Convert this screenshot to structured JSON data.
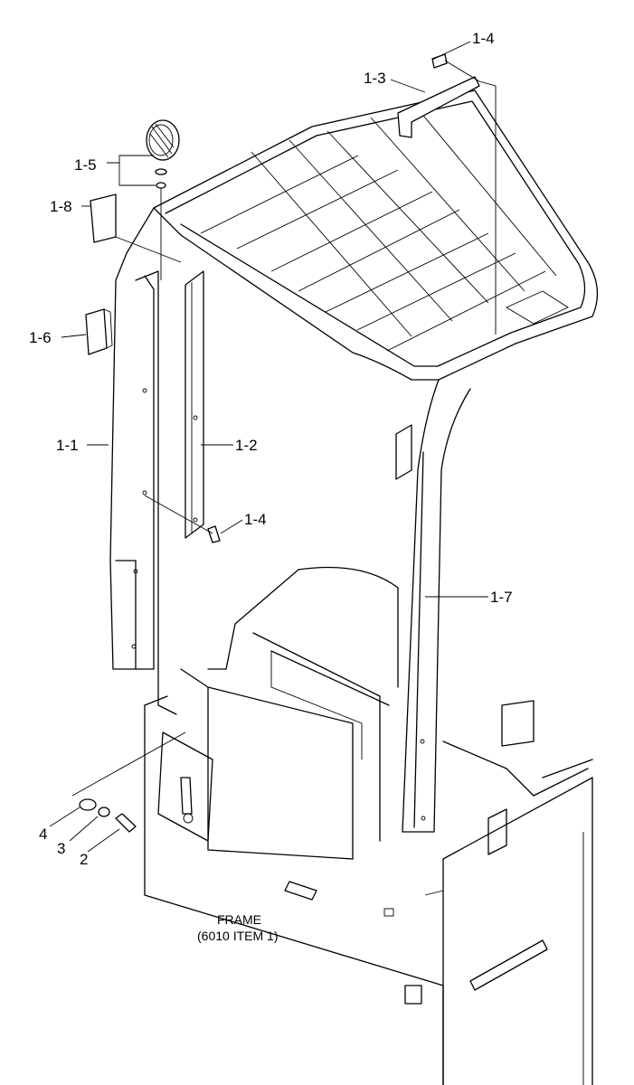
{
  "callouts": {
    "c1_4_top": "1-4",
    "c1_3": "1-3",
    "c1_5": "1-5",
    "c1_8": "1-8",
    "c1_6": "1-6",
    "c1_1": "1-1",
    "c1_2": "1-2",
    "c1_4_mid": "1-4",
    "c1_7": "1-7",
    "c4": "4",
    "c3": "3",
    "c2": "2"
  },
  "frame_label": {
    "line1": "FRAME",
    "line2": "(6010 ITEM 1)"
  }
}
